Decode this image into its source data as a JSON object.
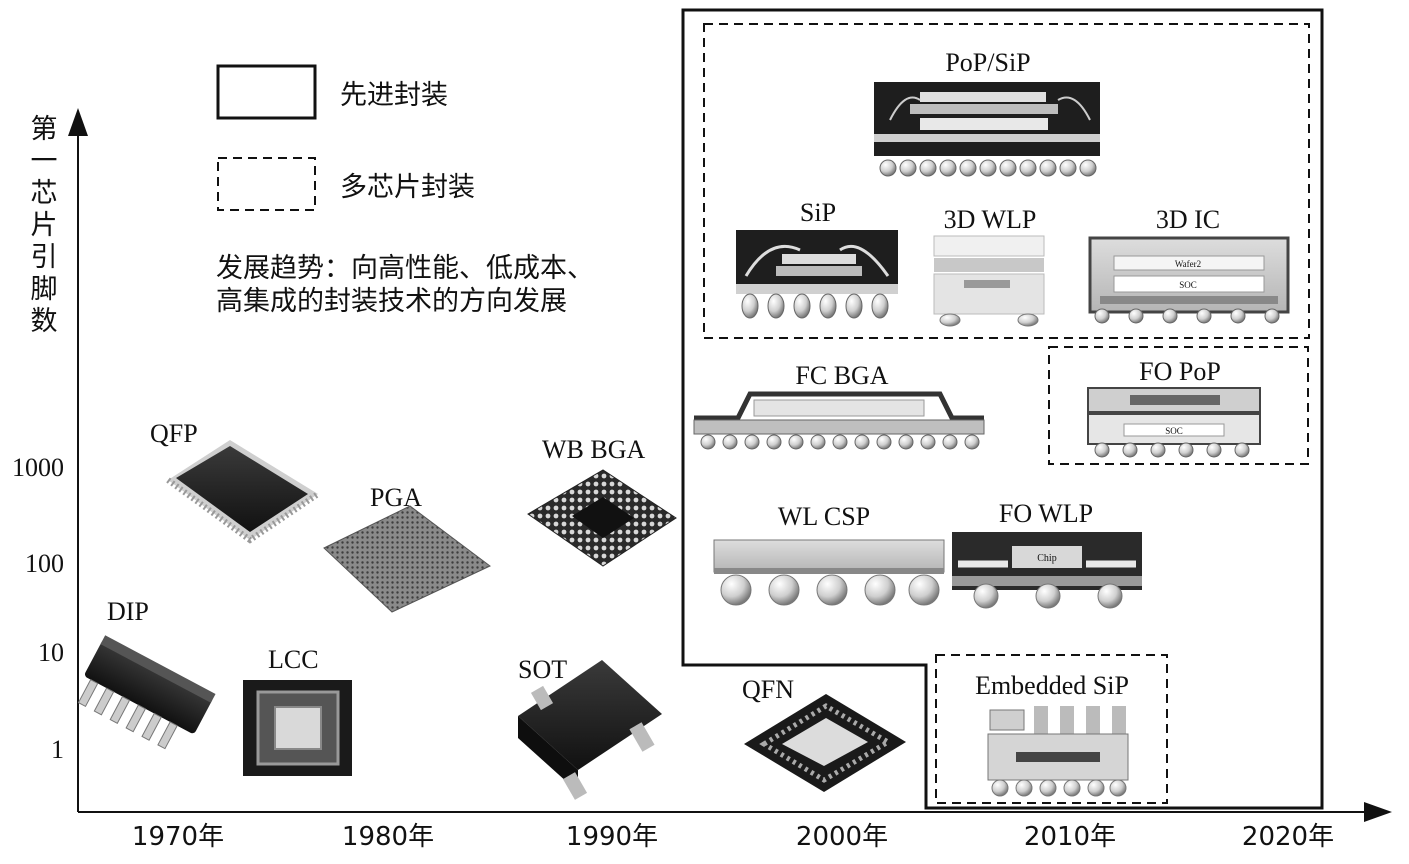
{
  "y_axis": {
    "label_chars": [
      "第",
      "一",
      "芯",
      "片",
      "引",
      "脚",
      "数"
    ],
    "ticks": [
      "1000",
      "100",
      "10",
      "1"
    ]
  },
  "x_axis": {
    "ticks": [
      "1970年",
      "1980年",
      "1990年",
      "2000年",
      "2010年",
      "2020年"
    ]
  },
  "legend": {
    "advanced": "先进封装",
    "multichip": "多芯片封装",
    "trend_line1": "发展趋势：向高性能、低成本、",
    "trend_line2": "高集成的封装技术的方向发展"
  },
  "packages": {
    "dip": "DIP",
    "lcc": "LCC",
    "qfp": "QFP",
    "pga": "PGA",
    "wb_bga": "WB BGA",
    "sot": "SOT",
    "qfn": "QFN",
    "pop_sip": "PoP/SiP",
    "sip": "SiP",
    "wlp_3d": "3D WLP",
    "ic_3d": "3D IC",
    "fc_bga": "FC BGA",
    "fo_pop": "FO PoP",
    "wl_csp": "WL CSP",
    "fo_wlp": "FO WLP",
    "embedded_sip": "Embedded SiP"
  },
  "chip_markings": {
    "ic3d_top": "Wafer2",
    "ic3d_mid": "SOC",
    "fo_pop_mid": "SOC",
    "fo_wlp_die": "Chip"
  }
}
